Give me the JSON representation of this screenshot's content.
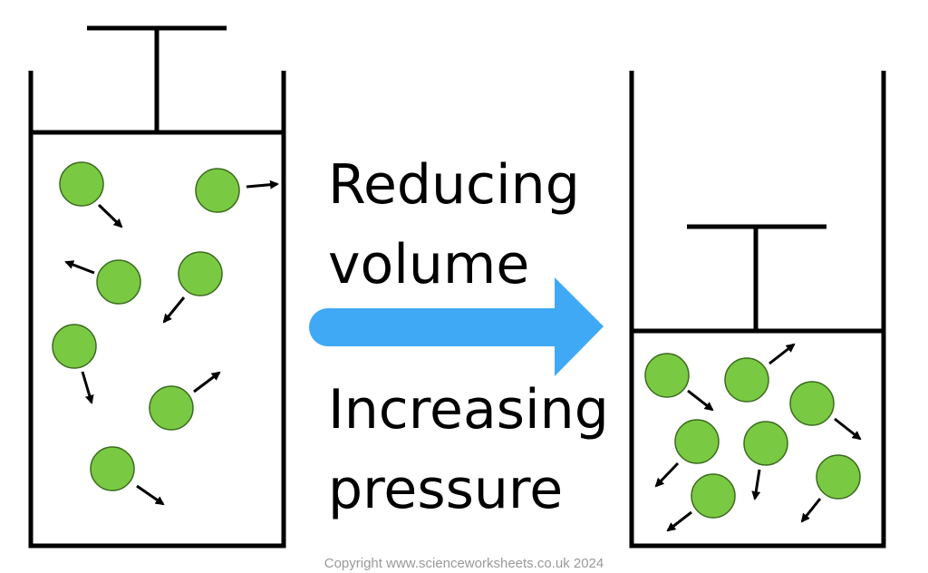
{
  "captions": {
    "line1": "Reducing",
    "line2": "volume",
    "line3": "Increasing",
    "line4": "pressure"
  },
  "copyright": "Copyright www.scienceworksheets.co.uk 2024",
  "colors": {
    "particle_fill": "#7ac943",
    "particle_stroke": "#3a6b1e",
    "arrow": "#3fa9f5",
    "outline": "#000000"
  },
  "icons": {
    "particle": "particle-icon",
    "motion": "motion-arrow-icon",
    "process": "right-arrow-icon"
  }
}
